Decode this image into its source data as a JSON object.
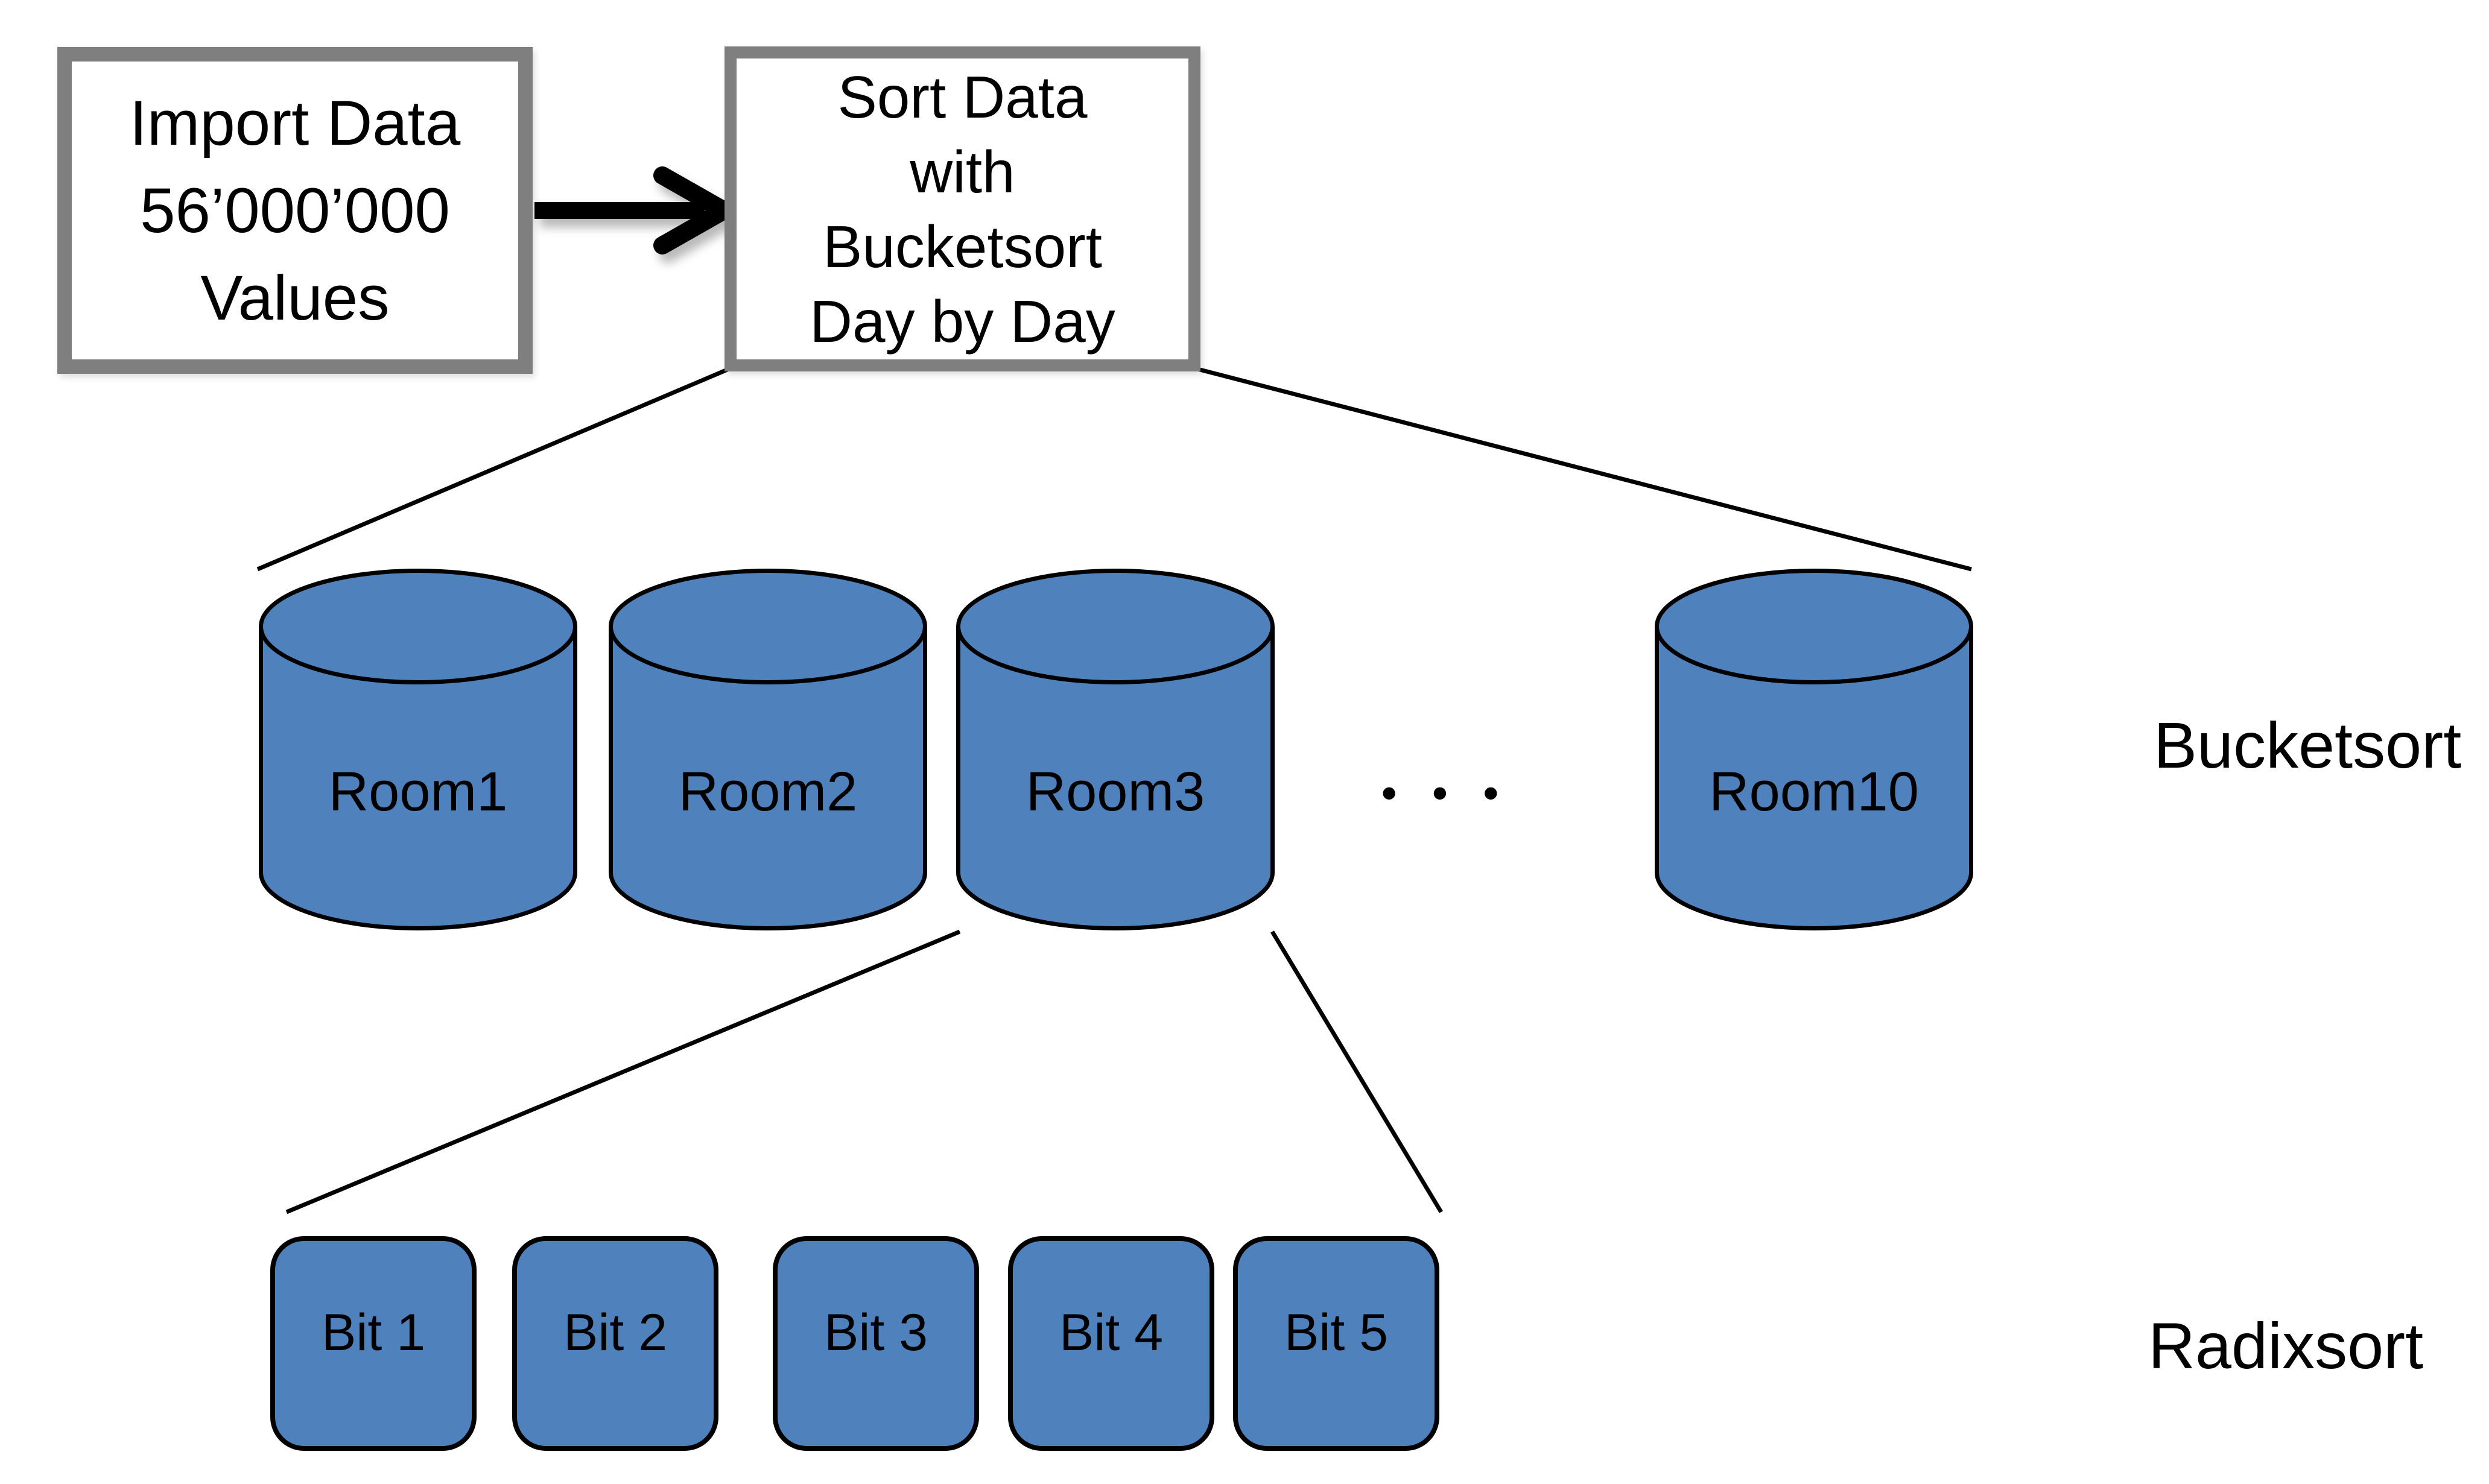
{
  "boxes": {
    "import": {
      "lines": [
        "Import Data",
        "56’000’000",
        "Values"
      ]
    },
    "sort": {
      "lines": [
        "Sort Data",
        "with",
        "Bucketsort",
        "Day by Day"
      ]
    }
  },
  "bucketsort_row": {
    "rooms": [
      "Room1",
      "Room2",
      "Room3",
      "Room10"
    ],
    "ellipsis": "•••",
    "label": "Bucketsort"
  },
  "radixsort_row": {
    "bits": [
      "Bit 1",
      "Bit 2",
      "Bit 3",
      "Bit 4",
      "Bit 5"
    ],
    "label": "Radixsort"
  },
  "colors": {
    "shape_fill": "#4F81BD",
    "shape_stroke": "#000000",
    "box_border": "#7F7F7F",
    "connector": "#000000",
    "background": "#FFFFFF"
  }
}
